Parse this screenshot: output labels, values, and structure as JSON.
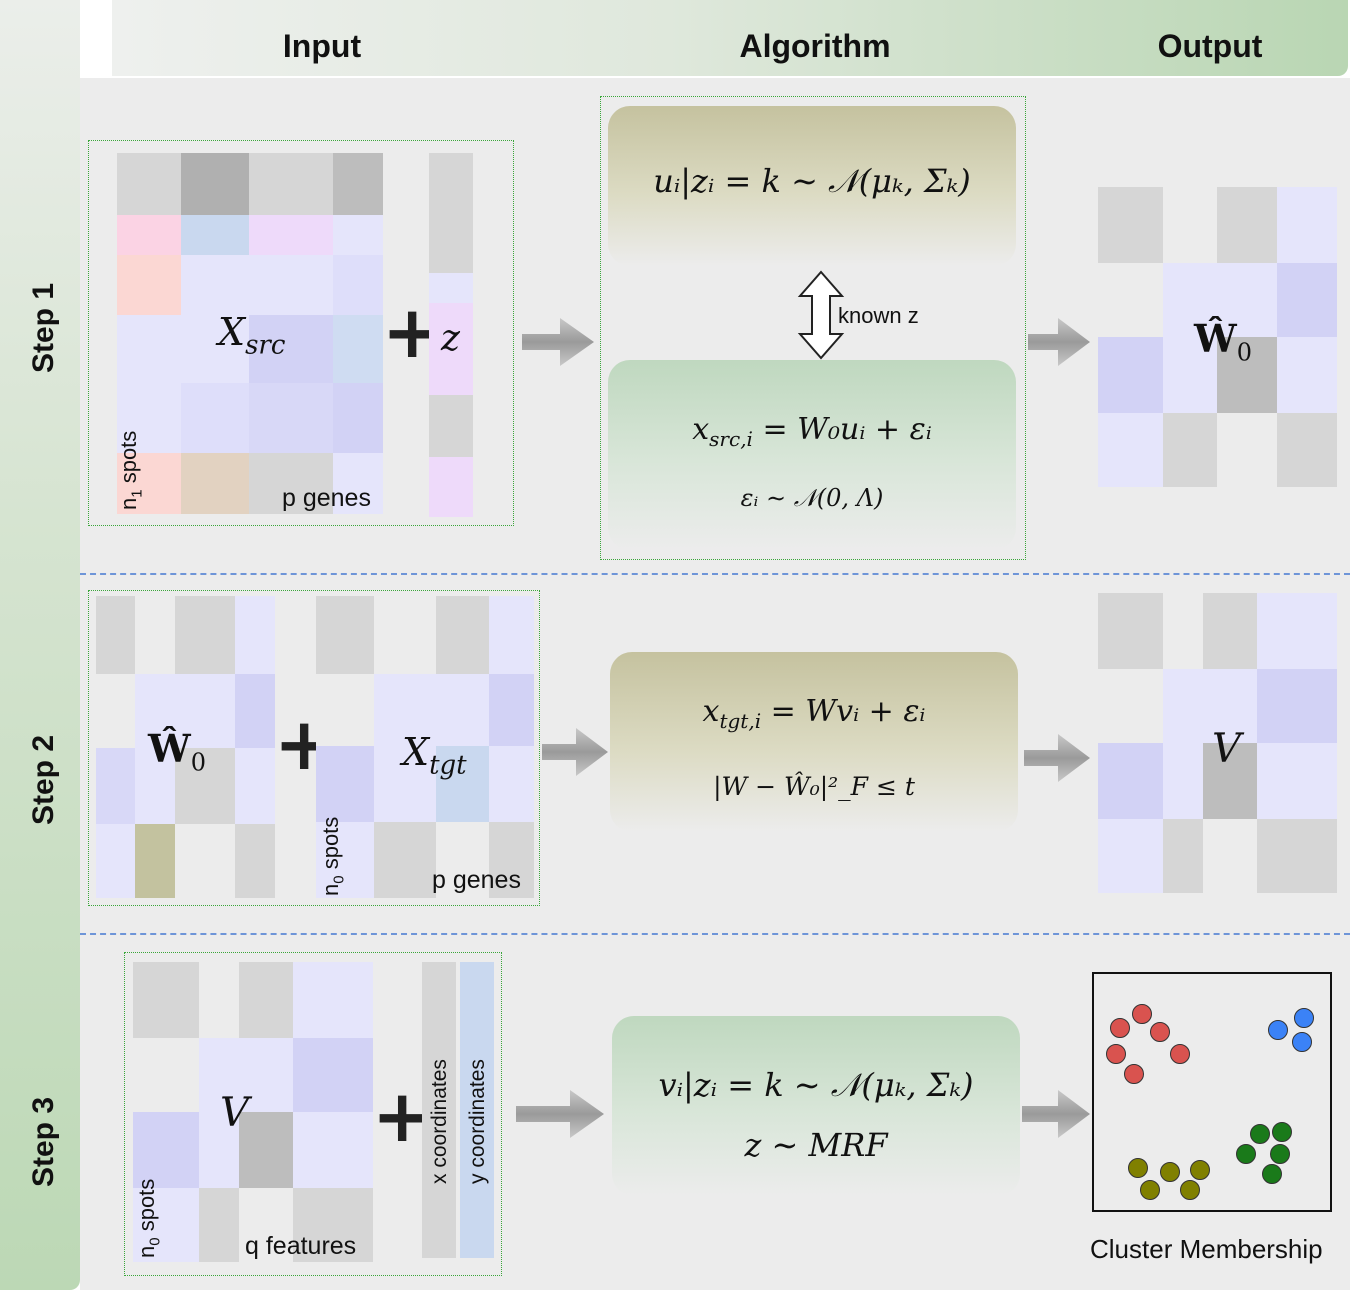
{
  "headers": {
    "input": "Input",
    "algorithm": "Algorithm",
    "output": "Output"
  },
  "steps": [
    "Step 1",
    "Step 2",
    "Step 3"
  ],
  "step1": {
    "matrix_label": "X",
    "matrix_sub": "src",
    "z_label": "z",
    "rows_label": "n",
    "rows_sub": "1",
    "rows_suffix": " spots",
    "cols_label": "p genes",
    "model_eq": "uᵢ|zᵢ = k ∼ 𝒩(μₖ, Σₖ)",
    "link_label": "known z",
    "obs_eq_main": "x",
    "obs_eq_sub": "src,i",
    "obs_eq_rest": " = W₀uᵢ + εᵢ",
    "noise_eq": "εᵢ ∼ 𝒩(0, Λ)",
    "output_label": "Ŵ",
    "output_sub": "0"
  },
  "step2": {
    "w_label": "Ŵ",
    "w_sub": "0",
    "matrix_label": "X",
    "matrix_sub": "tgt",
    "rows_label": "n",
    "rows_sub": "0",
    "rows_suffix": " spots",
    "cols_label": "p genes",
    "obs_eq_main": "x",
    "obs_eq_sub": "tgt,i",
    "obs_eq_rest": " = Wvᵢ + εᵢ",
    "constraint_eq": "|W − Ŵ₀|²_F ≤ t",
    "output_label": "V"
  },
  "step3": {
    "matrix_label": "V",
    "rows_label": "n",
    "rows_sub": "0",
    "rows_suffix": " spots",
    "cols_label": "q features",
    "x_coord_label": "x coordinates",
    "y_coord_label": "y coordinates",
    "model_eq": "vᵢ|zᵢ = k ∼ 𝒩(μₖ, Σₖ)",
    "prior_eq": "z ∼ MRF",
    "output_label": "Cluster Membership"
  },
  "colors": {
    "grey": "#d6d6d6",
    "dark_grey": "#bdbdbd",
    "lavender": "#e5e5fb",
    "violet": "#d2d2f5",
    "pink": "#fbd3e4",
    "blue": "#c9d8ef",
    "salmon": "#fbd7d3",
    "tan": "#e2d2c1",
    "olive": "#c3c29f",
    "cluster_red": "#d9534f",
    "cluster_blue": "#3b82f6",
    "cluster_green": "#1a7a1a",
    "cluster_olive": "#808000"
  }
}
